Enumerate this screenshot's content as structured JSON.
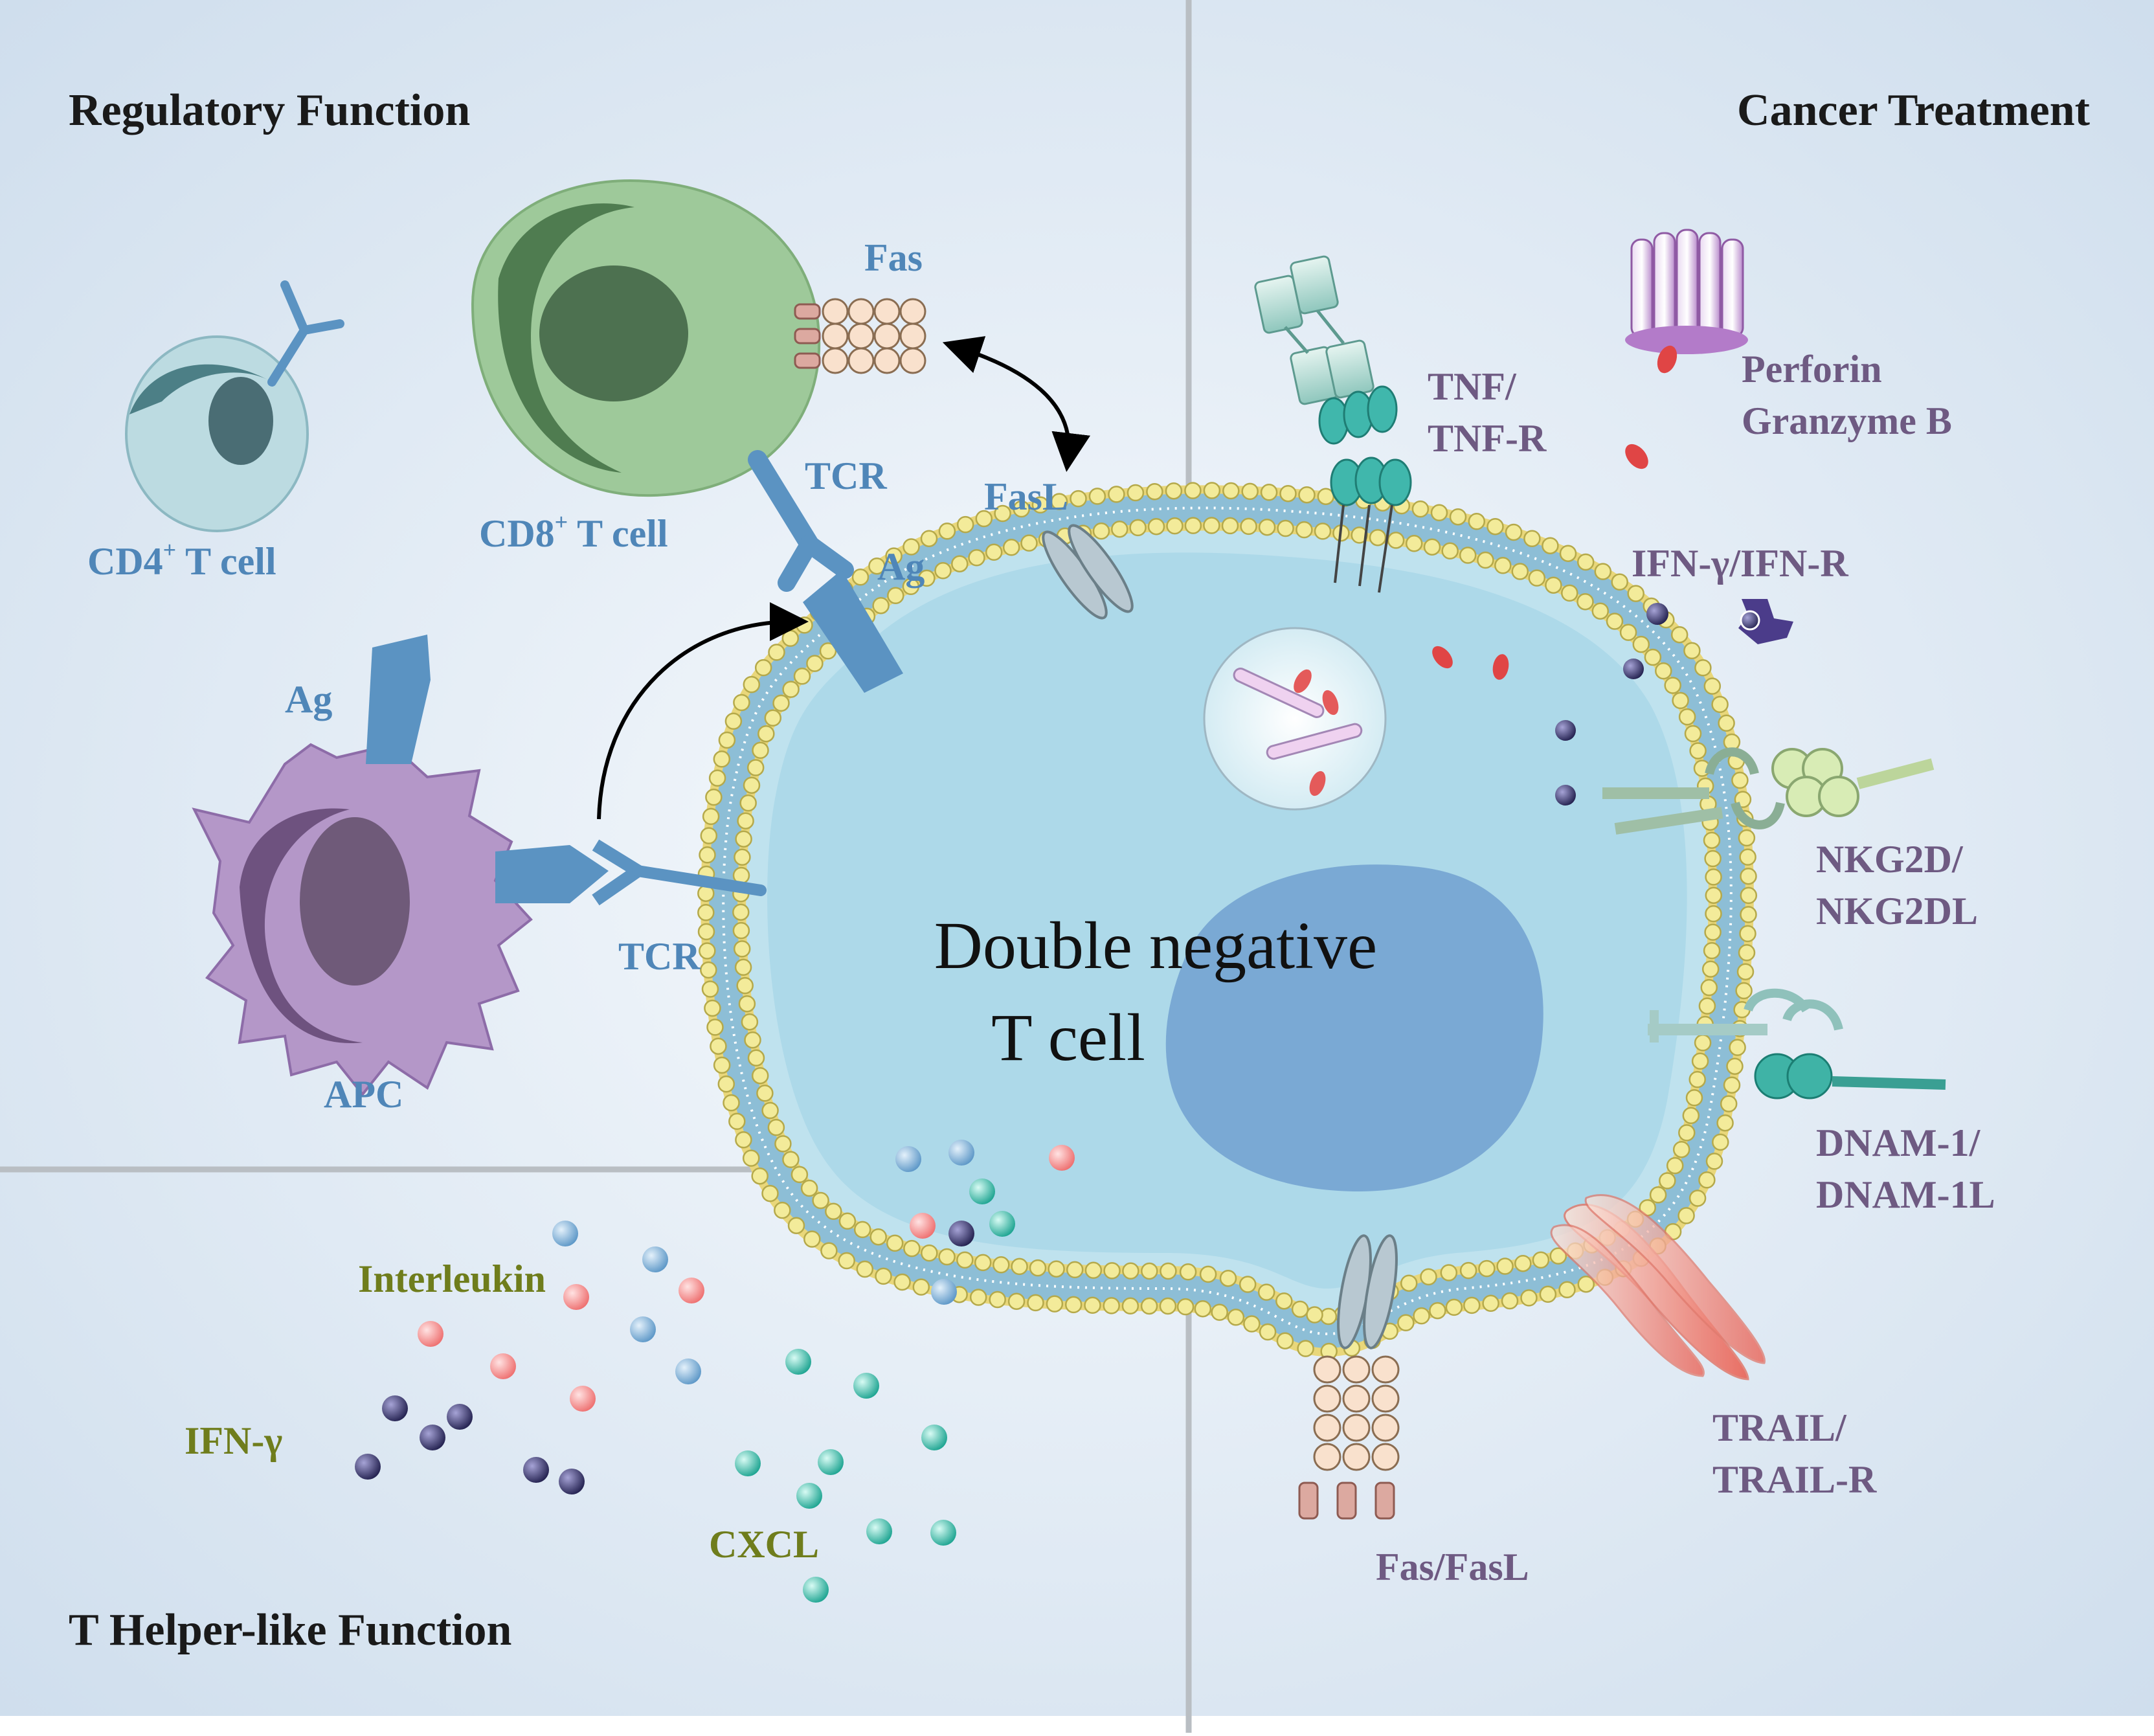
{
  "panels": {
    "regulatory": "Regulatory Function",
    "cancer": "Cancer Treatment",
    "helper": "T Helper-like Function"
  },
  "center_cell": {
    "line1": "Double negative",
    "line2": "T cell"
  },
  "regulatory_labels": {
    "cd4": "CD4",
    "cd4_sup": "+",
    "cd4_tail": " T cell",
    "cd8": "CD8",
    "cd8_sup": "+",
    "cd8_tail": " T cell",
    "fas": "Fas",
    "fasl": "FasL",
    "tcr_top": "TCR",
    "tcr_bottom": "TCR",
    "ag_top": "Ag",
    "ag_left": "Ag",
    "apc": "APC"
  },
  "cancer_labels": {
    "tnf_1": "TNF/",
    "tnf_2": "TNF-R",
    "perforin": "Perforin",
    "granzyme": "Granzyme B",
    "ifn_r": "IFN-γ/IFN-R",
    "nkg2d_1": "NKG2D/",
    "nkg2d_2": "NKG2DL",
    "dnam_1": "DNAM-1/",
    "dnam_2": "DNAM-1L",
    "trail_1": "TRAIL/",
    "trail_2": "TRAIL-R",
    "fasfasl": "Fas/FasL"
  },
  "helper_labels": {
    "interleukin": "Interleukin",
    "ifng": "IFN-γ",
    "cxcl": "CXCL"
  },
  "colors": {
    "background": "#e3edf6",
    "membrane_bead": "#f3eb9a",
    "membrane_bead_stroke": "#b5a94a",
    "cell_interior": "#a9d6e6",
    "nucleus": "#7aa9d4",
    "cd8_cell": "#9ec99a",
    "cd4_cell": "#c0dde2",
    "apc_cell": "#b497c8",
    "receptor_blue": "#5b93c2",
    "interleukin_dot": "#f08a8a",
    "ifng_dot": "#2e2c63",
    "cxcl_dot": "#2fb3a0",
    "blue_dot": "#7fb0d6"
  }
}
